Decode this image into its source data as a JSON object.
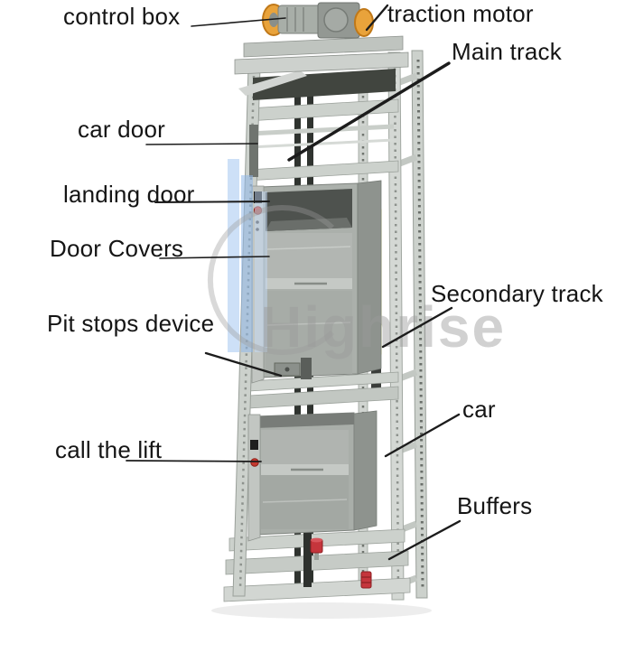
{
  "figure": {
    "title": "Dumbwaiter lift structure labeled diagram",
    "subject": "dumbwaiter elevator hoist frame with two car boxes"
  },
  "watermark": {
    "text": "Highrise"
  },
  "annotations": [
    {
      "id": "control-box",
      "text": "control box"
    },
    {
      "id": "traction-motor",
      "text": "traction motor"
    },
    {
      "id": "main-track",
      "text": "Main track"
    },
    {
      "id": "car-door",
      "text": "car door"
    },
    {
      "id": "landing-door",
      "text": "landing door"
    },
    {
      "id": "door-covers",
      "text": "Door Covers"
    },
    {
      "id": "pit-stops-device",
      "text": "Pit stops device"
    },
    {
      "id": "secondary-track",
      "text": "Secondary track"
    },
    {
      "id": "car",
      "text": "car"
    },
    {
      "id": "call-the-lift",
      "text": "call the lift"
    },
    {
      "id": "buffers",
      "text": "Buffers"
    }
  ],
  "colors": {
    "label_text": "#151515",
    "leader_line": "#1c1c1c",
    "frame_light": "#ccd1cc",
    "frame_shadow": "#9aa09a",
    "car_body": "#abb0ab",
    "car_side": "#8e938e",
    "interior_dark": "#4e524e",
    "guide_strip_yellow": "#eef23c",
    "pulley_orange": "#e9a33b",
    "buffer_red": "#c5353c",
    "emergency_button_red": "#c4392f",
    "watermark_blue": "#9fc3ee",
    "watermark_gray": "#9b9b9b"
  }
}
